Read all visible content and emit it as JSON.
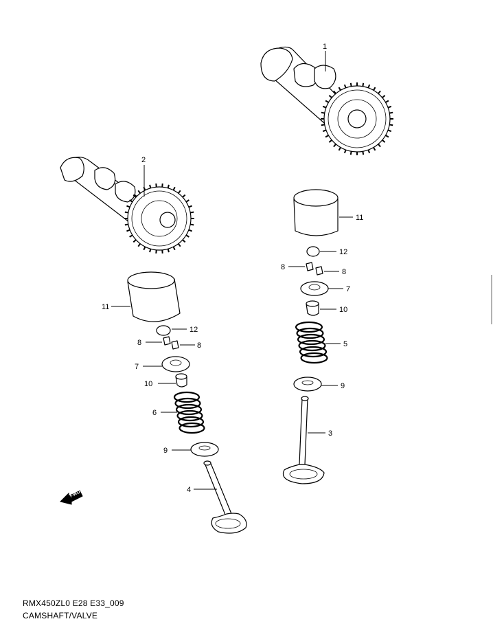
{
  "diagram_code": "RMX450ZL0 E28 E33_009",
  "title": "CAMSHAFT/VALVE",
  "fwd_label": "FWD",
  "labels": [
    "1",
    "2",
    "11",
    "12",
    "8",
    "8",
    "7",
    "10",
    "6",
    "9",
    "4",
    "11",
    "12",
    "8",
    "8",
    "7",
    "10",
    "5",
    "9",
    "3"
  ]
}
